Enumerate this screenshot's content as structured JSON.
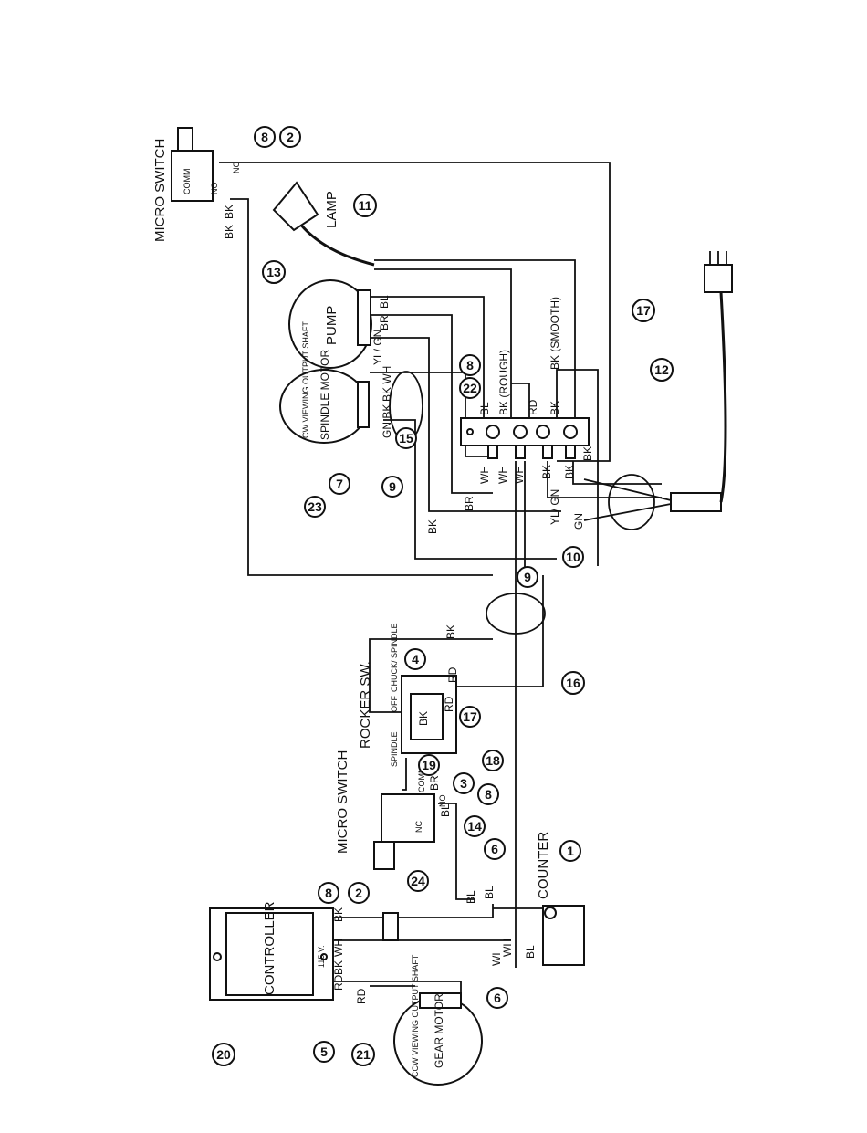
{
  "components": {
    "micro_switch_top": "MICRO SWITCH",
    "micro_switch_bottom": "MICRO SWITCH",
    "lamp": "LAMP",
    "pump": "PUMP",
    "spindle_motor": "SPINDLE MOTOR",
    "spindle_motor_note": "CW VIEWING OUTPUT SHAFT",
    "rocker_switch": "ROCKER SW.",
    "controller": "CONTROLLER",
    "controller_voltage": "115 V.",
    "gear_motor": "GEAR MOTOR",
    "gear_motor_note": "CCW VIEWING OUTPUT SHAFT",
    "counter": "COUNTER"
  },
  "terminals": {
    "comm": "COMM",
    "no": "NO",
    "nc": "NC",
    "spindle": "SPINDLE",
    "off": "OFF",
    "chuck_spindle": "CHUCK/ SPINDLE"
  },
  "wire_labels": {
    "bk": "BK",
    "wh": "WH",
    "rd": "RD",
    "bl": "BL",
    "br": "BR",
    "yl_gn": "YL/ GN",
    "gn": "GN",
    "bk_rough": "BK (ROUGH)",
    "bk_smooth": "BK (SMOOTH)",
    "bk_wh": "BK WH",
    "gn_bk": "GN BK"
  },
  "callouts": [
    "8",
    "2",
    "11",
    "13",
    "17",
    "12",
    "22",
    "8",
    "15",
    "9",
    "7",
    "23",
    "9",
    "10",
    "16",
    "4",
    "17",
    "18",
    "19",
    "3",
    "8",
    "14",
    "6",
    "24",
    "8",
    "2",
    "1",
    "20",
    "5",
    "21",
    "6"
  ]
}
